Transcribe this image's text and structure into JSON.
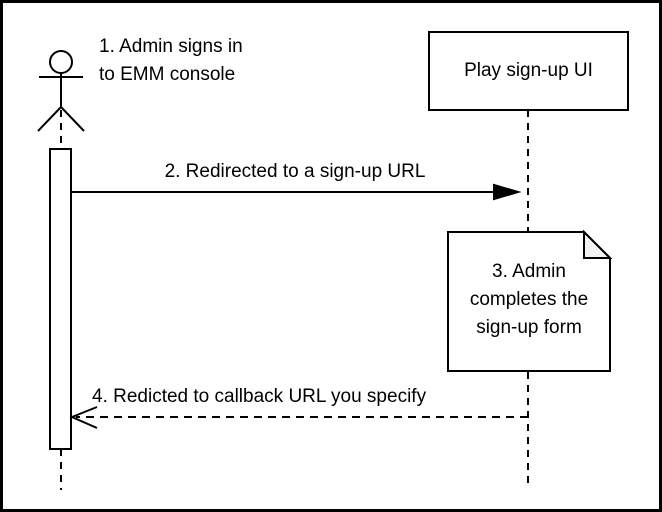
{
  "colors": {
    "stroke": "#000000",
    "background": "#ffffff",
    "note_fold": "#f2f2f2"
  },
  "participants": [
    {
      "id": "admin",
      "kind": "actor-stick-figure",
      "icon": "actor-icon",
      "label": ""
    },
    {
      "id": "play_signup_ui",
      "kind": "lifeline-box",
      "label": "Play sign-up UI"
    }
  ],
  "messages": [
    {
      "step": "1",
      "kind": "text-annotation",
      "lines": [
        "1. Admin signs in",
        "to EMM console"
      ]
    },
    {
      "step": "2",
      "kind": "solid-arrow",
      "direction": "admin-to-play-signup-ui",
      "label": "2. Redirected to a sign-up URL"
    },
    {
      "step": "3",
      "kind": "note",
      "lines": [
        "3. Admin",
        "completes the",
        "sign-up form"
      ]
    },
    {
      "step": "4",
      "kind": "dashed-return-arrow",
      "direction": "play-signup-ui-to-admin",
      "label": "4. Redicted to callback URL you specify"
    }
  ]
}
